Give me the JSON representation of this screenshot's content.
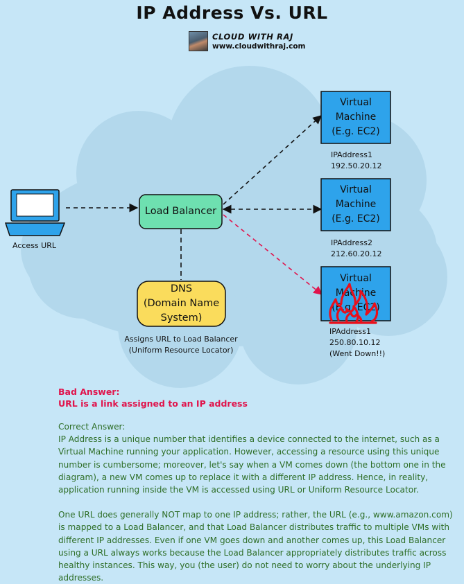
{
  "title": "IP Address Vs. URL",
  "brand": {
    "name": "CLOUD WITH RAJ",
    "url": "www.cloudwithraj.com"
  },
  "diagram": {
    "laptop_label": "Access URL",
    "load_balancer": "Load Balancer",
    "dns": [
      "DNS",
      "(Domain Name",
      "System)"
    ],
    "dns_caption": [
      "Assigns URL to Load Balancer",
      "(Uniform Resource Locator)"
    ],
    "vms": [
      {
        "lines": [
          "Virtual",
          "Machine",
          "(E.g. EC2)"
        ],
        "ip_label": "IPAddress1",
        "ip": "192.50.20.12",
        "note": ""
      },
      {
        "lines": [
          "Virtual",
          "Machine",
          "(E.g. EC2)"
        ],
        "ip_label": "IPAddress2",
        "ip": "212.60.20.12",
        "note": ""
      },
      {
        "lines": [
          "Virtual",
          "Machine",
          "(E.g. EC2)"
        ],
        "ip_label": "IPAddress1",
        "ip": "250.80.10.12",
        "note": "(Went Down!!)"
      }
    ]
  },
  "colors": {
    "background": "#c6e6f7",
    "cloud": "#b3d8ec",
    "vm_fill": "#2ea3eb",
    "lb_fill": "#6ee0b0",
    "dns_fill": "#fadc5c",
    "bad_text": "#e0144c",
    "good_text": "#2e6e27",
    "fire": "#e8101c"
  },
  "bad_answer": {
    "heading": "Bad Answer:",
    "text": "URL is a link assigned to an IP address"
  },
  "correct_answer": {
    "heading": "Correct Answer:",
    "para1": "IP Address is a unique number that identifies a device connected to the internet, such as a Virtual Machine running your application. However, accessing a resource using this unique number is cumbersome; moreover, let's say when a VM comes down (the bottom one in the diagram), a new VM comes up to replace it with a different IP address. Hence, in reality, application running inside the VM is accessed using URL or Uniform Resource Locator.",
    "para2": "One URL does generally NOT map to one IP address; rather, the URL (e.g., www.amazon.com) is mapped to a Load Balancer, and that Load Balancer distributes traffic to multiple VMs with different IP addresses. Even if one VM goes down and another comes up, this Load Balancer using a URL always works because the Load Balancer appropriately distributes traffic across healthy instances. This way, you (the user) do not need to worry about the underlying IP addresses."
  }
}
